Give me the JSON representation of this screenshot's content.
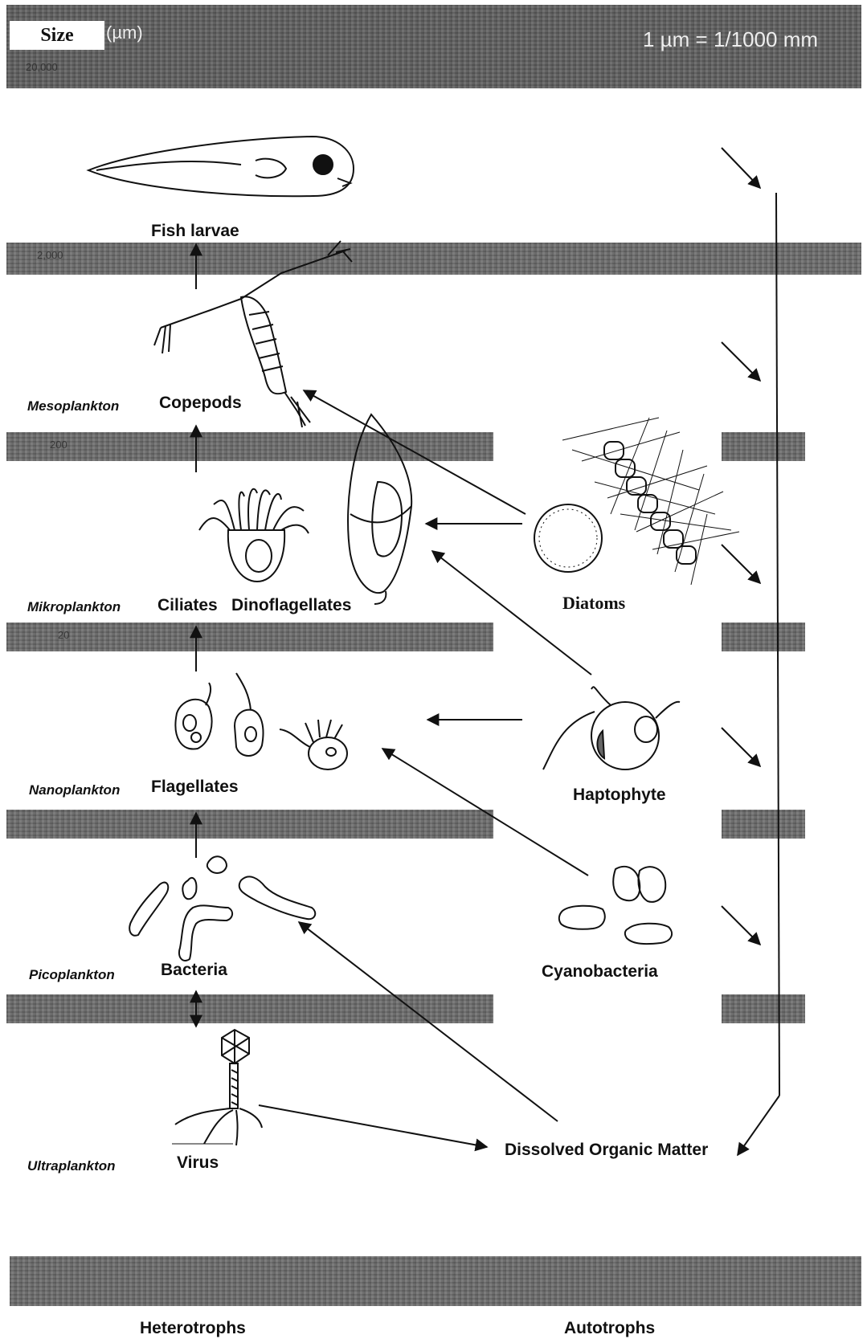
{
  "header": {
    "size_label": "Size",
    "unit_label": "(µm)",
    "conversion": "1 µm = 1/1000 mm"
  },
  "ticks": [
    "20,000",
    "2,000",
    "200",
    "20"
  ],
  "categories": {
    "meso": "Mesoplankton",
    "mikro": "Mikroplankton",
    "nano": "Nanoplankton",
    "pico": "Picoplankton",
    "ultra": "Ultraplankton"
  },
  "organisms": {
    "fish_larvae": "Fish larvae",
    "copepods": "Copepods",
    "ciliates": "Ciliates",
    "dinoflagellates": "Dinoflagellates",
    "diatoms": "Diatoms",
    "flagellates": "Flagellates",
    "haptophyte": "Haptophyte",
    "bacteria": "Bacteria",
    "cyanobacteria": "Cyanobacteria",
    "virus": "Virus",
    "dom": "Dissolved Organic Matter"
  },
  "footer": {
    "heterotrophs": "Heterotrophs",
    "autotrophs": "Autotrophs"
  }
}
